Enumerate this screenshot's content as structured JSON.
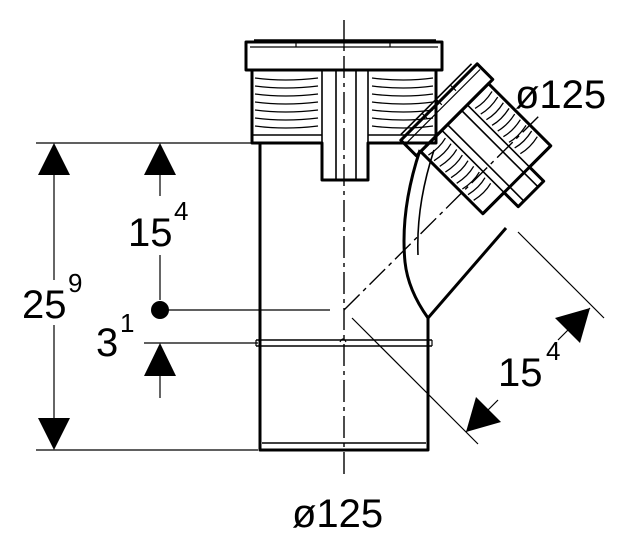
{
  "drawing": {
    "part": "45-degree branch fitting",
    "dimensions": {
      "main_diameter": "ø125",
      "branch_diameter": "ø125",
      "overall_height": {
        "main": "25",
        "sup": "9"
      },
      "upper_height": {
        "main": "15",
        "sup": "4"
      },
      "offset": {
        "main": "3",
        "sup": "1"
      },
      "branch_length": {
        "main": "15",
        "sup": "4"
      }
    },
    "colors": {
      "line": "#000000",
      "background": "#ffffff"
    }
  }
}
